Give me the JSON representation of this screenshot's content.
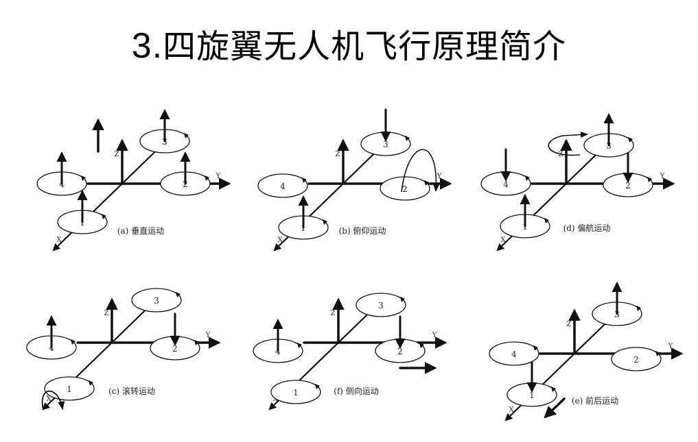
{
  "title": {
    "number": "3.",
    "text": "四旋翼无人机飞行原理简介"
  },
  "axis_labels": {
    "x": "X",
    "y": "Y",
    "z": "Z"
  },
  "rotor_labels": [
    "1",
    "2",
    "3",
    "4"
  ],
  "panels": [
    {
      "id": "a",
      "caption": "(a) 垂直运动"
    },
    {
      "id": "b",
      "caption": "(b) 俯仰运动"
    },
    {
      "id": "d",
      "caption": "(d) 偏航运动"
    },
    {
      "id": "c",
      "caption": "(c) 滚转运动"
    },
    {
      "id": "f",
      "caption": "(f) 侧向运动"
    },
    {
      "id": "e",
      "caption": "(e) 前后运动"
    }
  ],
  "colors": {
    "ink": "#111111",
    "background": "#ffffff"
  }
}
